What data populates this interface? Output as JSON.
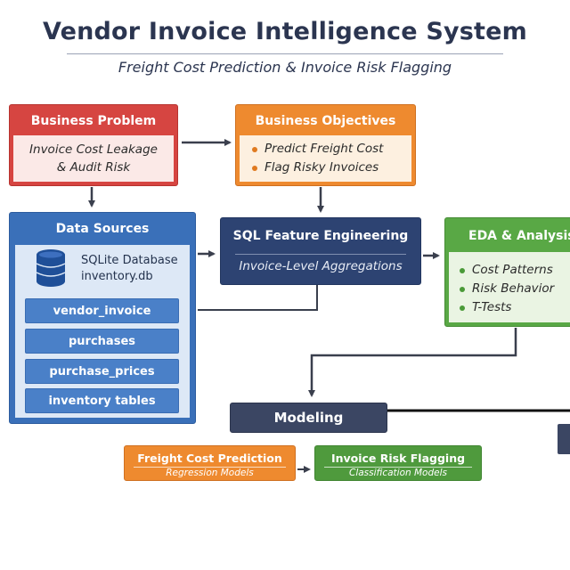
{
  "header": {
    "title": "Vendor Invoice Intelligence System",
    "subtitle": "Freight Cost Prediction & Invoice Risk Flagging"
  },
  "business_problem": {
    "heading": "Business Problem",
    "lines": [
      "Invoice Cost Leakage",
      "& Audit Risk"
    ]
  },
  "business_objectives": {
    "heading": "Business Objectives",
    "items": [
      "Predict Freight Cost",
      "Flag Risky Invoices"
    ]
  },
  "data_sources": {
    "heading": "Data Sources",
    "database_lines": [
      "SQLite Database",
      "inventory.db"
    ],
    "tables": [
      "vendor_invoice",
      "purchases",
      "purchase_prices",
      "inventory tables"
    ]
  },
  "sql_feature_engineering": {
    "heading": "SQL Feature Engineering",
    "subtitle": "Invoice-Level Aggregations"
  },
  "eda": {
    "heading": "EDA & Analysis",
    "items": [
      "Cost Patterns",
      "Risk Behavior",
      "T-Tests"
    ]
  },
  "modeling": {
    "heading": "Modeling",
    "freight": {
      "title": "Freight Cost Prediction",
      "subtitle": "Regression Models"
    },
    "risk": {
      "title": "Invoice Risk Flagging",
      "subtitle": "Classification Models"
    }
  },
  "colors": {
    "problem_red": "#d64541",
    "objectives_orange": "#ee8a2f",
    "sources_blue": "#3a70b9",
    "sql_navy": "#2d4372",
    "eda_green": "#59a845",
    "modeling_slate": "#3b4663",
    "connector": "#3a3f4d"
  },
  "icons": [
    "database-icon",
    "arrow-right-icon",
    "arrow-down-icon"
  ]
}
